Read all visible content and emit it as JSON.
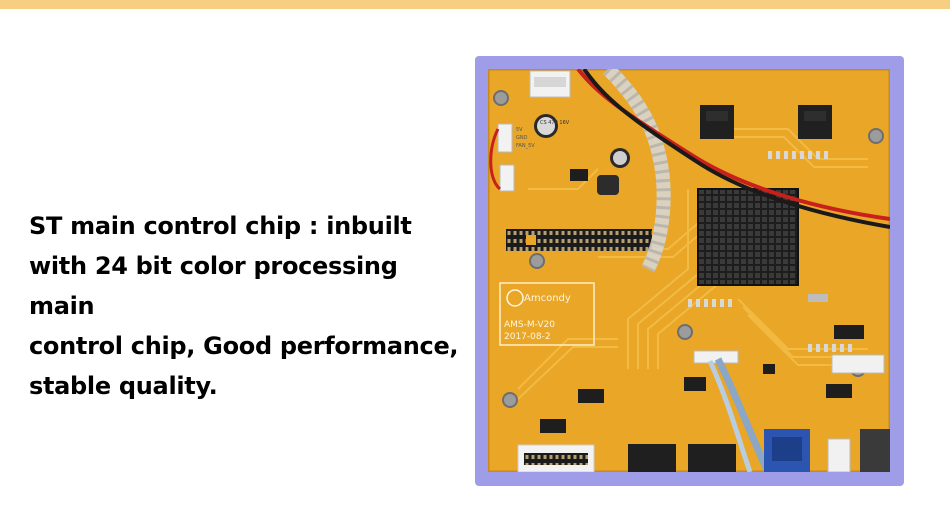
{
  "description": {
    "lines": [
      "ST main control chip :  inbuilt",
      "with 24 bit color processing main",
      "control chip, Good performance,",
      "stable quality."
    ]
  },
  "board": {
    "logo_text": "Amcondy",
    "model_text": "AMS-M-V20",
    "date_text": "2017-08-2",
    "capacitor_text": "CS 470 16V",
    "pin_labels": [
      "5V",
      "GND",
      "FAN_5V"
    ]
  },
  "colors": {
    "top_bar": "#f7cf82",
    "frame": "#9f9ce8",
    "pcb": "#e9a627",
    "trace": "#f3bf4a"
  }
}
